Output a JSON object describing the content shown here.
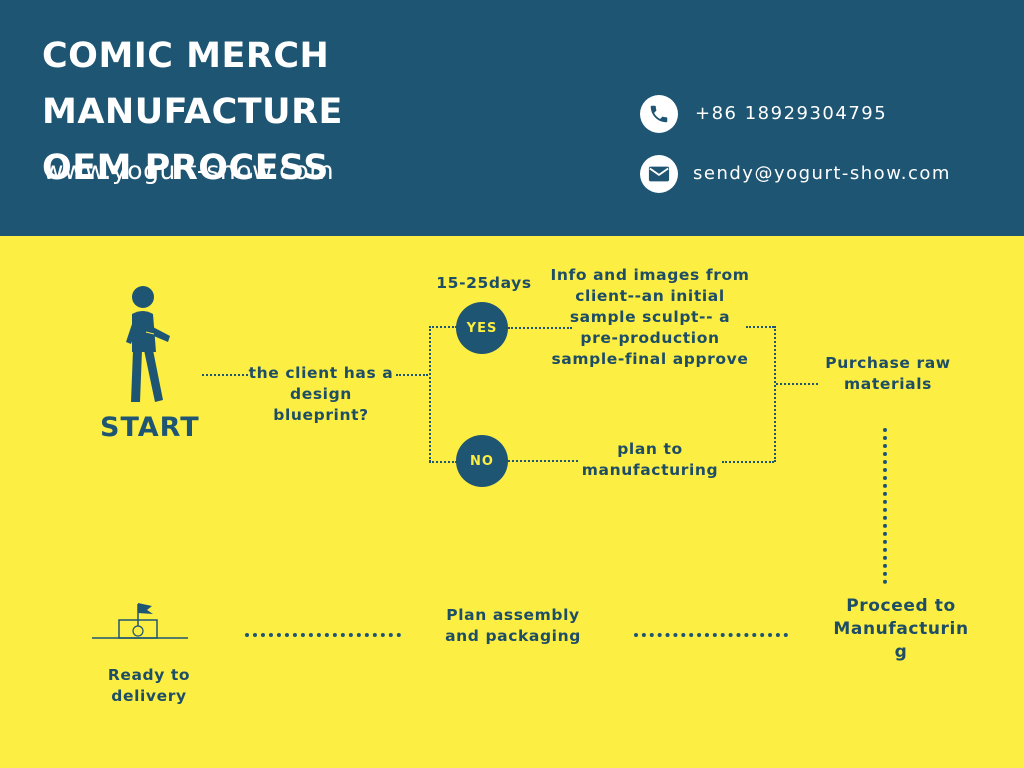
{
  "header": {
    "title_line1": "COMIC MERCH MANUFACTURE",
    "title_line2": "OEM PROCESS",
    "website": "www.yogurt-show.com",
    "phone": "+86  18929304795",
    "email": "sendy@yogurt-show.com",
    "background_color": "#1e5573"
  },
  "flow": {
    "background_color": "#fcee43",
    "start_label": "START",
    "question_line1": "the client has a",
    "question_line2": "design blueprint?",
    "duration": "15-25days",
    "yes_label": "YES",
    "no_label": "NO",
    "yes_step": [
      "Info and images from",
      "client--an initial",
      "sample sculpt-- a",
      "pre-production",
      "sample-final approve"
    ],
    "no_step": [
      "plan to",
      "manufacturing"
    ],
    "purchase": [
      "Purchase raw",
      "materials"
    ],
    "proceed": [
      "Proceed to",
      "Manufacturin",
      "g"
    ],
    "assembly": [
      "Plan assembly",
      "and packaging"
    ],
    "ready": [
      "Ready to",
      "delivery"
    ],
    "icons": {
      "start": "walking-person-icon",
      "ready": "finish-flag-icon"
    }
  }
}
